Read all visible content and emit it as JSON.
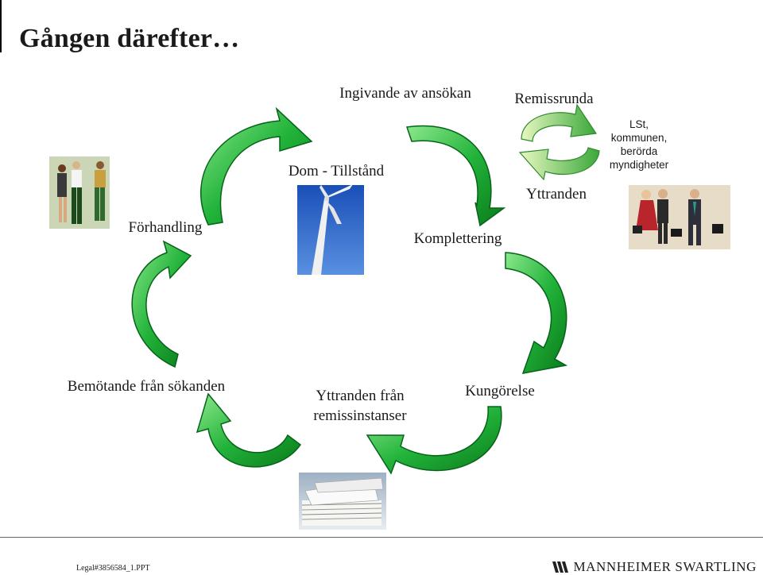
{
  "slide": {
    "title": "Gången därefter…"
  },
  "labels": {
    "ingivande": "Ingivande av ansökan",
    "remissrunda": "Remissrunda",
    "lst": "LSt, kommunen, berörda myndigheter",
    "dom": "Dom - Tillstånd",
    "yttranden": "Yttranden",
    "forhandling": "Förhandling",
    "komplettering": "Komplettering",
    "bemotande": "Bemötande från sökanden",
    "yttranden_remiss": "Yttranden från remissinstanser",
    "kungorelse": "Kungörelse"
  },
  "footer": {
    "legal": "Legal#3856584_1.PPT",
    "brand": "MANNHEIMER SWARTLING"
  },
  "colors": {
    "arrow_light": "#7fe07f",
    "arrow_dark": "#0a7a1a",
    "arrow_small_light": "#c8f0a0",
    "arrow_small_dark": "#2e9e2e"
  }
}
